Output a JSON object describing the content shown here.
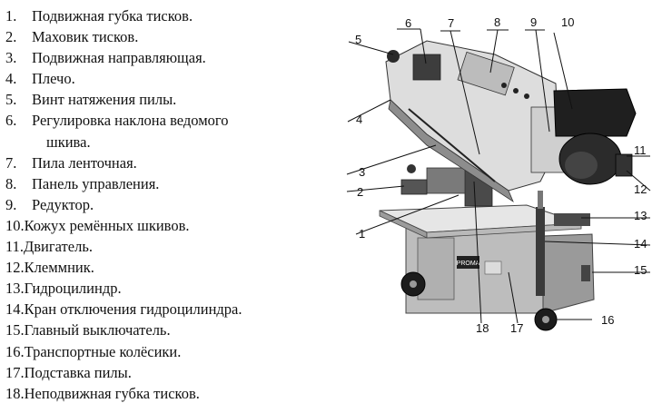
{
  "legend": [
    {
      "num": "1.",
      "text": "Подвижная губка тисков."
    },
    {
      "num": "2.",
      "text": "Маховик тисков."
    },
    {
      "num": "3.",
      "text": "Подвижная направляющая."
    },
    {
      "num": "4.",
      "text": "Плечо."
    },
    {
      "num": "5.",
      "text": "Винт натяжения пилы."
    },
    {
      "num": "6.",
      "text": "Регулировка наклона ведомого",
      "cont": "шкива."
    },
    {
      "num": "7.",
      "text": "Пила ленточная."
    },
    {
      "num": "8.",
      "text": "Панель управления."
    },
    {
      "num": "9.",
      "text": "Редуктор."
    },
    {
      "num": "10.",
      "text": "Кожух ремённых шкивов."
    },
    {
      "num": "11.",
      "text": "Двигатель."
    },
    {
      "num": "12.",
      "text": "Клеммник."
    },
    {
      "num": "13.",
      "text": "Гидроцилиндр."
    },
    {
      "num": "14.",
      "text": "Кран отключения гидроцилиндра."
    },
    {
      "num": "15.",
      "text": "Главный выключатель."
    },
    {
      "num": "16.",
      "text": "Транспортные колёсики."
    },
    {
      "num": "17.",
      "text": "Подставка пилы."
    },
    {
      "num": "18.",
      "text": "Неподвижная губка тисков."
    }
  ],
  "callouts": [
    "1",
    "2",
    "3",
    "4",
    "5",
    "6",
    "7",
    "8",
    "9",
    "10",
    "11",
    "12",
    "13",
    "14",
    "15",
    "16",
    "17",
    "18"
  ],
  "machine": {
    "brand": "PROMA"
  }
}
